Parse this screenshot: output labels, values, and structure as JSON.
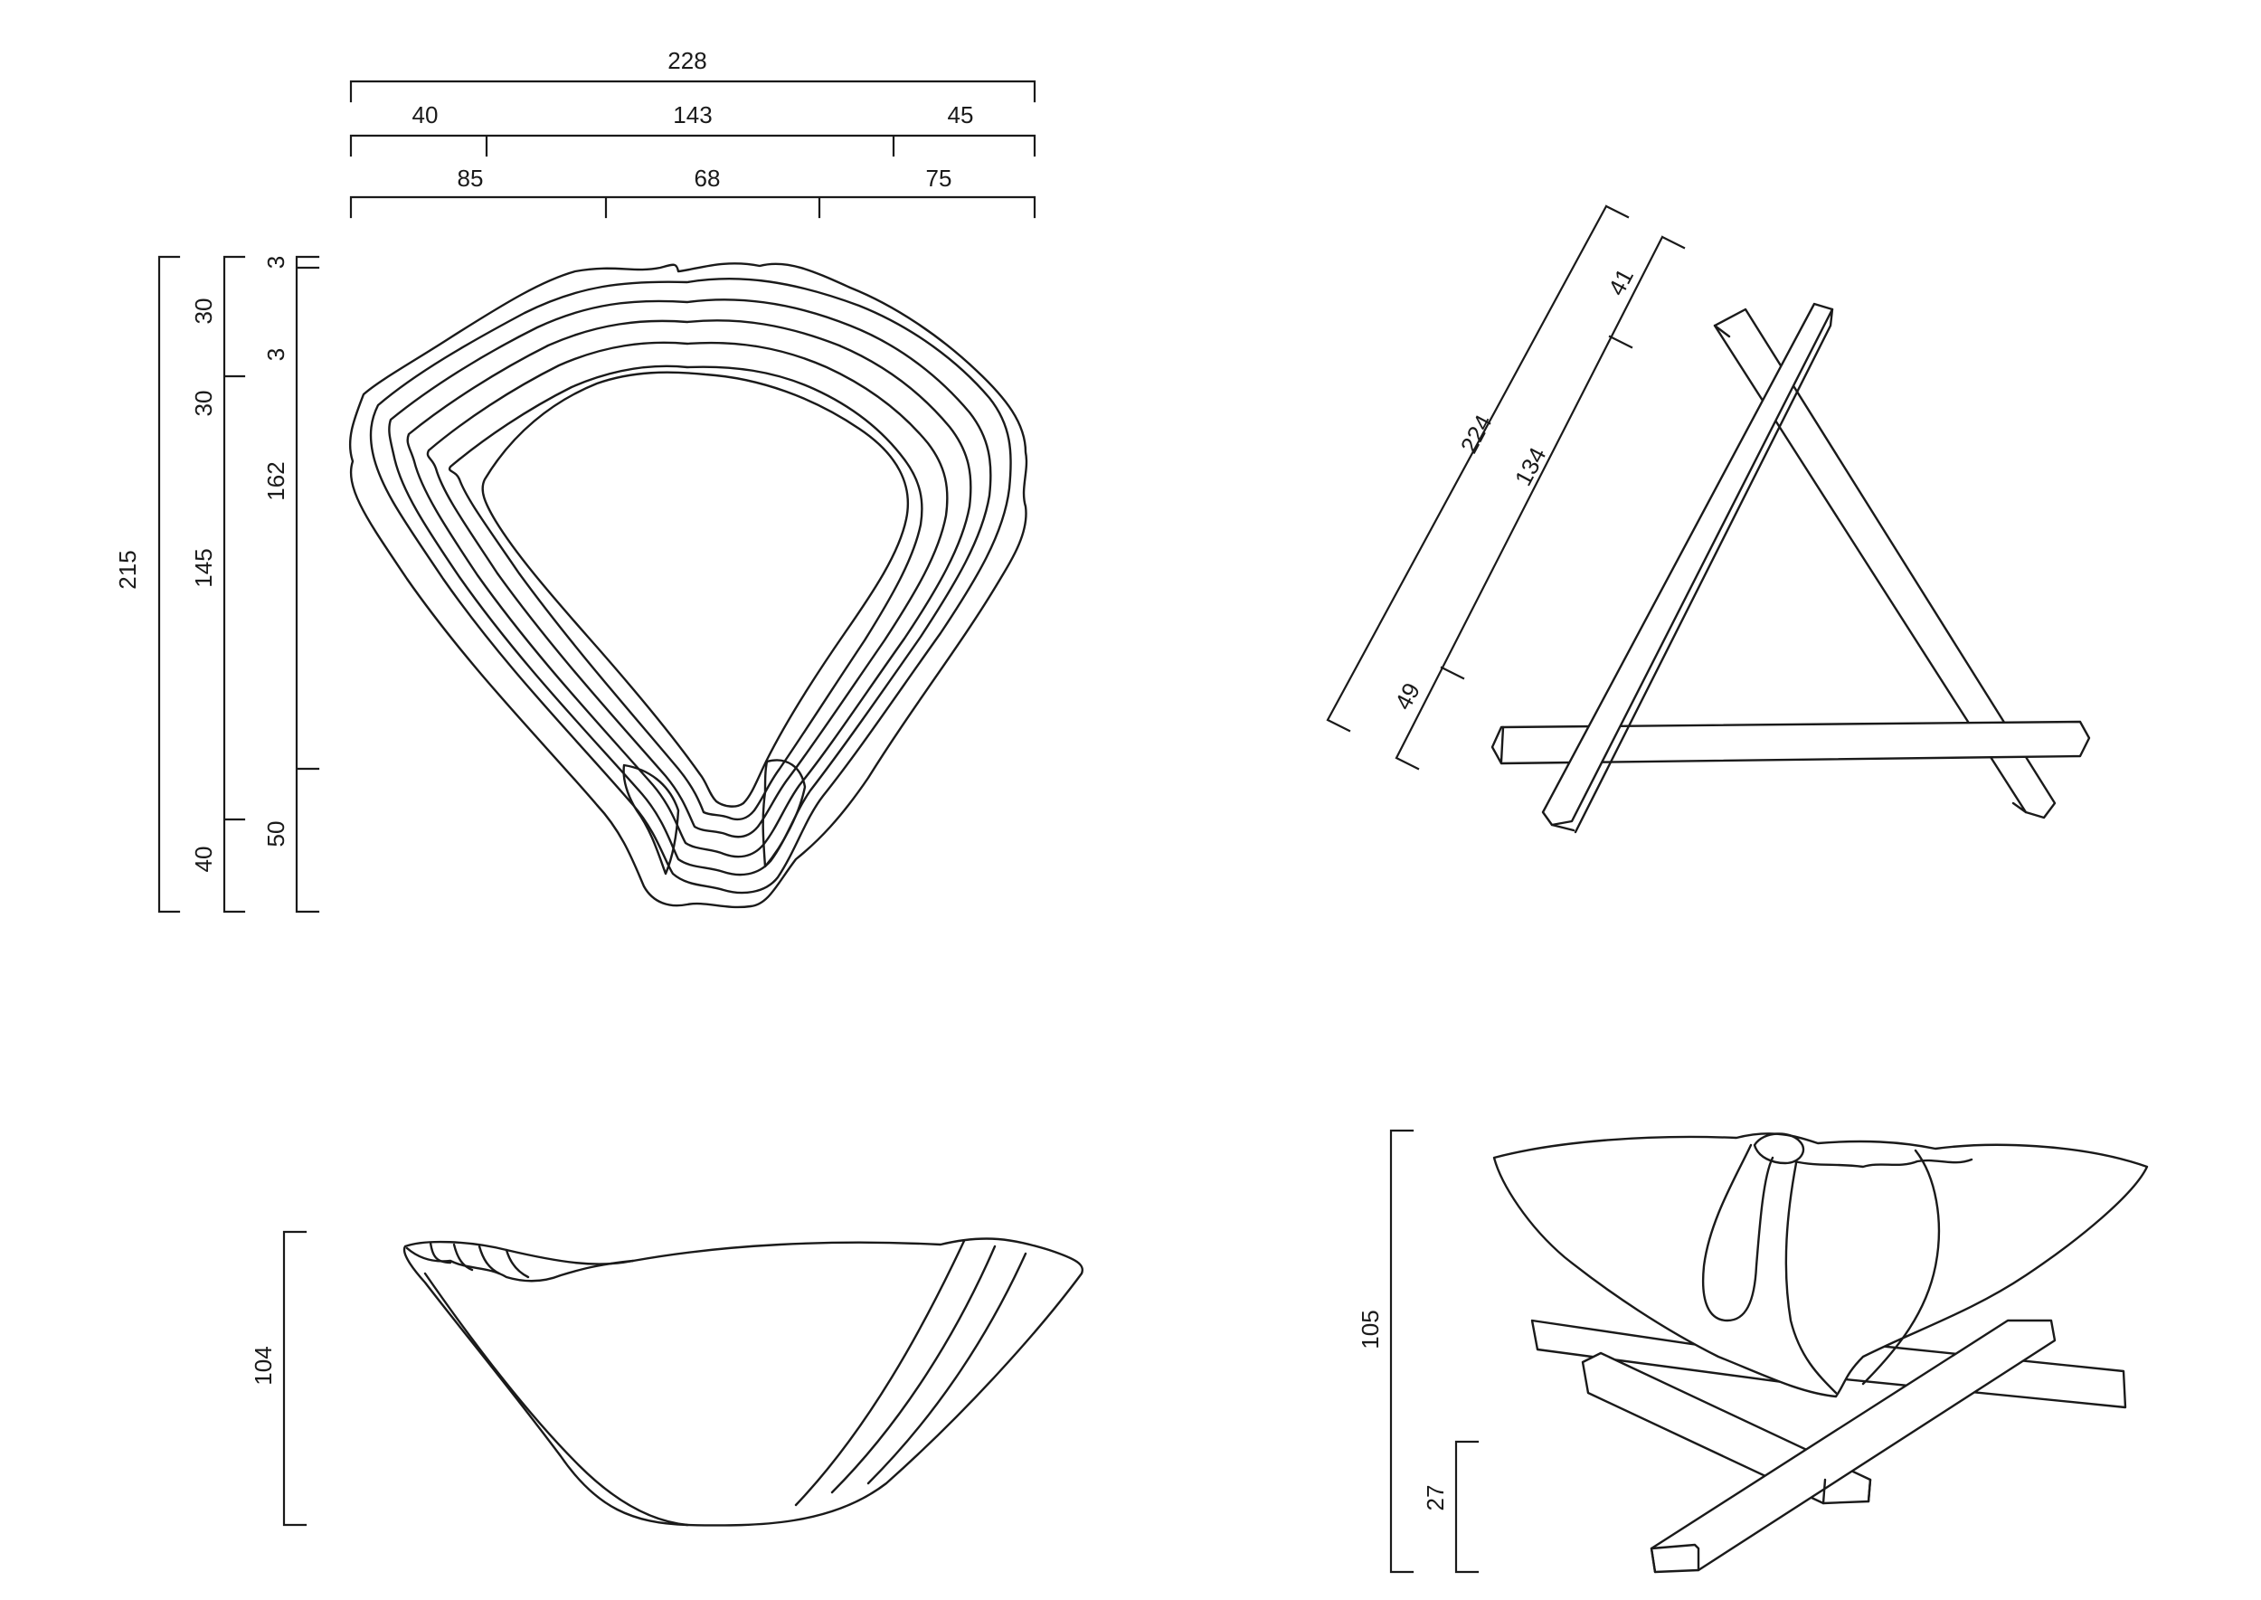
{
  "top_view": {
    "width_dims": {
      "overall": "228",
      "row1": [
        "40",
        "143",
        "45"
      ],
      "row2": [
        "85",
        "68",
        "75"
      ]
    },
    "height_dims": {
      "overall": "215",
      "col2": [
        "30",
        "30",
        "145",
        "40"
      ],
      "col3": [
        "3",
        "3",
        "162",
        "50"
      ]
    }
  },
  "stand_top_view": {
    "dims": {
      "overall": "224",
      "segments": [
        "41",
        "134",
        "49"
      ]
    }
  },
  "side_view": {
    "dims": {
      "height": "104"
    }
  },
  "perspective_view": {
    "dims": {
      "overall_height": "105",
      "stand_height": "27"
    }
  },
  "colors": {
    "ink": "#1a1a1a",
    "paper": "#ffffff"
  }
}
